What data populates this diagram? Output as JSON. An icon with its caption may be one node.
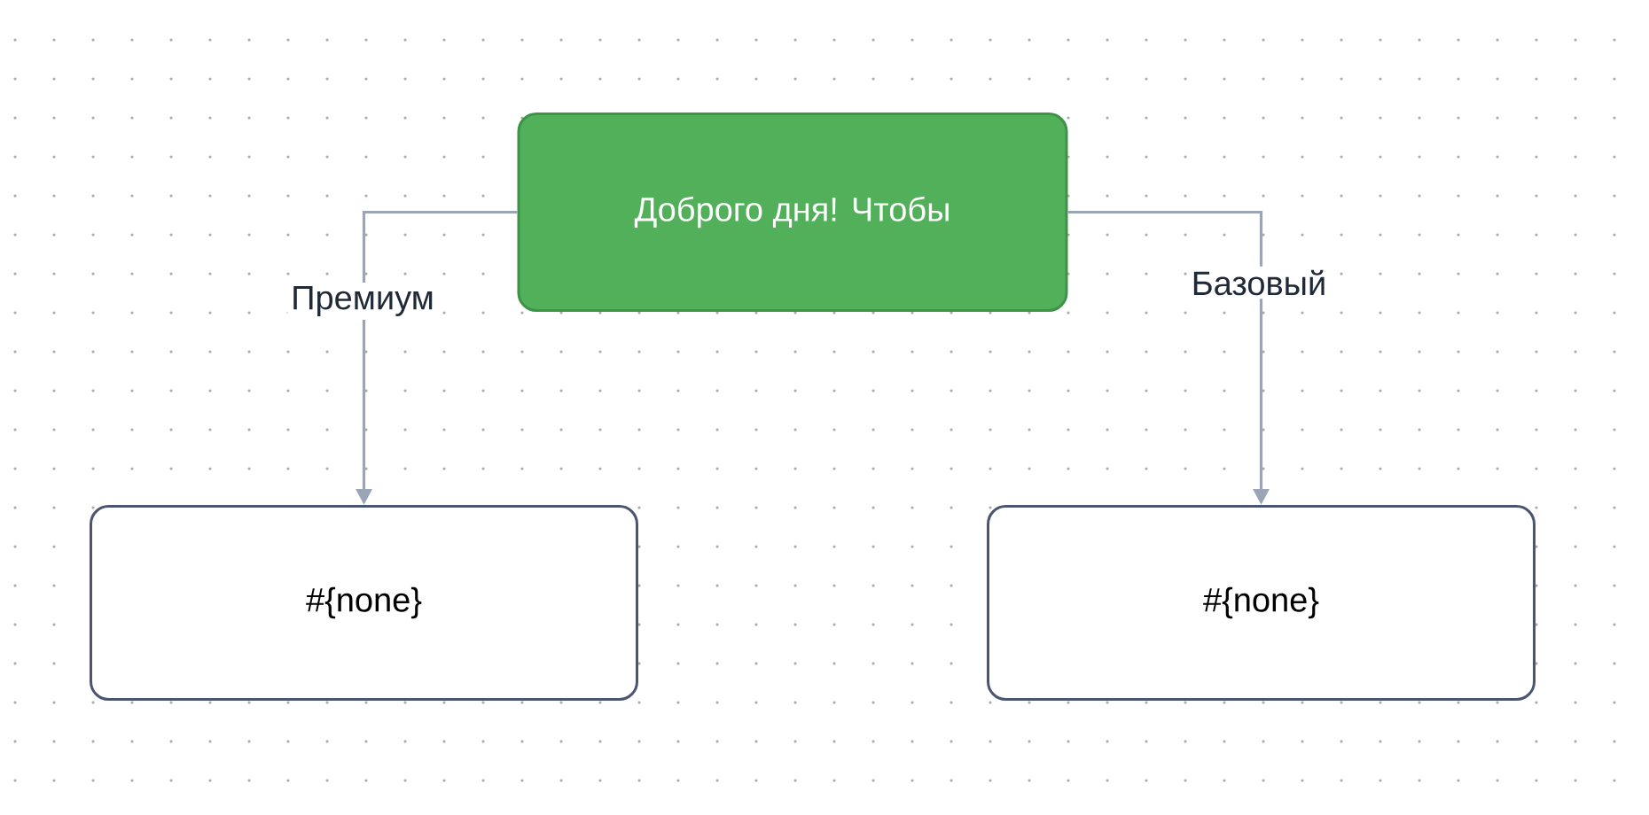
{
  "diagram": {
    "nodes": [
      {
        "text": [
          "Доброго дня!  Чтобы"
        ]
      },
      {
        "text": [
          "#{none}"
        ]
      },
      {
        "text": [
          "#{none}"
        ]
      }
    ],
    "edges": [
      {
        "from": 0,
        "to": 1,
        "arrow": "to",
        "label": "Премиум"
      },
      {
        "from": 0,
        "to": 2,
        "arrow": "to",
        "label": "Базовый"
      }
    ]
  }
}
